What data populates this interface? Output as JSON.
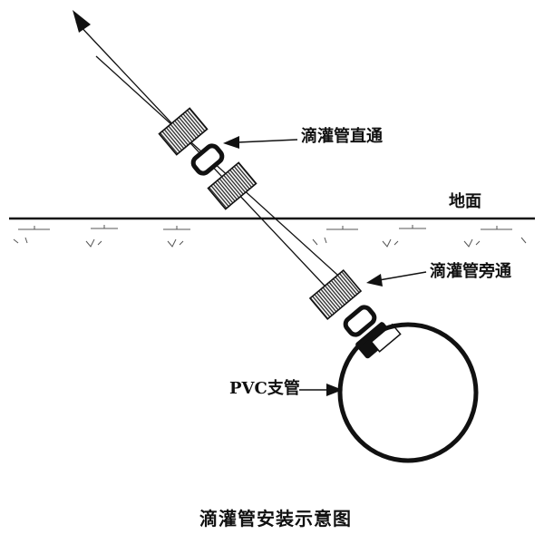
{
  "labels": {
    "straight_connector": "滴灌管直通",
    "ground": "地面",
    "side_connector": "滴灌管旁通",
    "pvc_branch": "PVC支管"
  },
  "caption": "滴灌管安装示意图",
  "colors": {
    "ink": "#111111",
    "background": "#ffffff"
  }
}
